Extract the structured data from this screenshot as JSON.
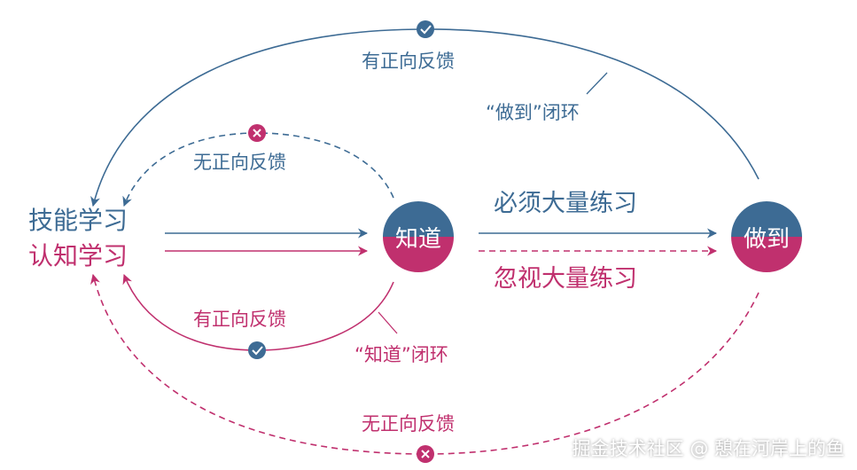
{
  "colors": {
    "blue": "#3d6b94",
    "magenta": "#c0306e",
    "white": "#ffffff"
  },
  "nodes": {
    "left_top": "技能学习",
    "left_bottom": "认知学习",
    "middle": "知道",
    "right": "做到"
  },
  "arrows": {
    "top": "必须大量练习",
    "bottom": "忽视大量练习"
  },
  "loops": {
    "outer_top": "有正向反馈",
    "outer_top_note": "“做到”闭环",
    "inner_top": "无正向反馈",
    "inner_bottom": "有正向反馈",
    "inner_bottom_note": "“知道”闭环",
    "outer_bottom": "无正向反馈"
  },
  "watermark": "掘金技术社区 @ 憩在河岸上的鱼"
}
